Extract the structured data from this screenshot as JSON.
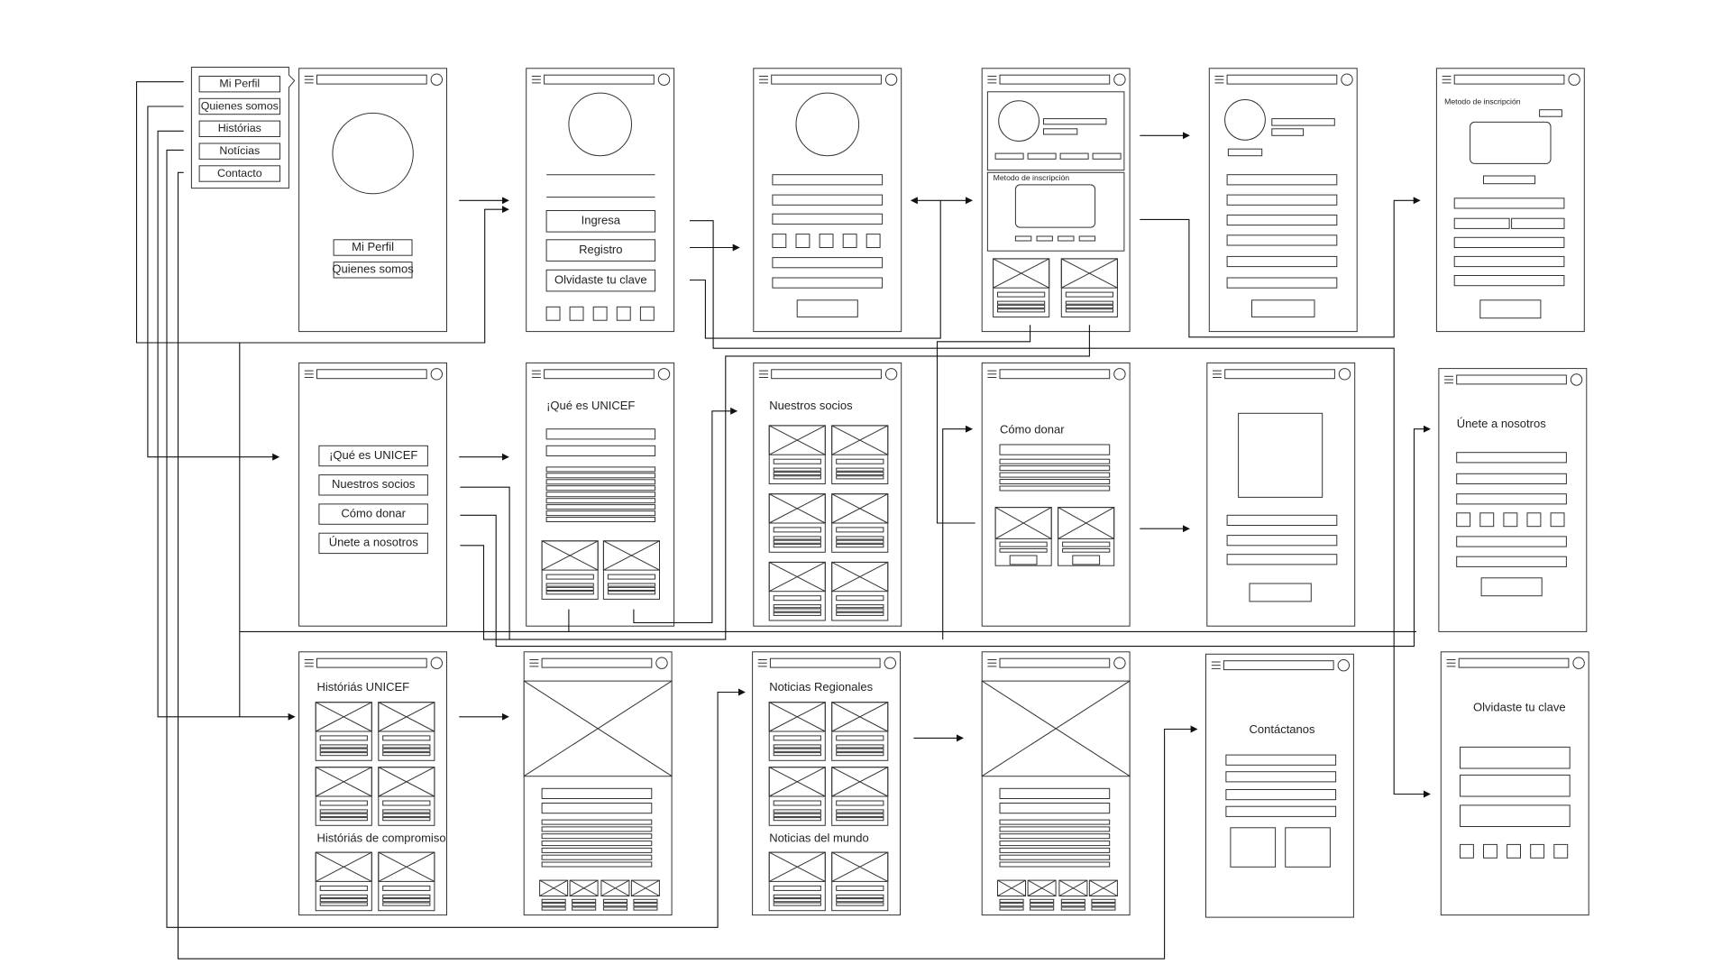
{
  "menu": {
    "items": [
      "Mi Perfil",
      "Quienes somos",
      "Histórias",
      "Notícias",
      "Contacto"
    ]
  },
  "screens": {
    "home": {
      "buttons": [
        "Mi Perfil",
        "Quienes somos"
      ]
    },
    "login": {
      "buttons": [
        "Ingresa",
        "Registro",
        "Olvidaste tu clave"
      ]
    },
    "profile": {
      "section_label": "Metodo de inscripción"
    },
    "inscription": {
      "title": "Metodo de inscripción"
    },
    "about": {
      "buttons": [
        "¡Qué es UNICEF",
        "Nuestros socios",
        "Cómo donar",
        "Únete a nosotros"
      ]
    },
    "what_is": {
      "title": "¡Qué es UNICEF"
    },
    "partners": {
      "title": "Nuestros socios"
    },
    "donate": {
      "title": "Cómo donar"
    },
    "join": {
      "title": "Únete a nosotros"
    },
    "stories": {
      "title": "Históriás UNICEF",
      "subtitle": "Históriás de compromiso"
    },
    "news": {
      "title": "Noticias Regionales",
      "subtitle": "Noticias del mundo"
    },
    "contact": {
      "title": "Contáctanos"
    },
    "forgot": {
      "title": "Olvidaste tu clave"
    }
  }
}
